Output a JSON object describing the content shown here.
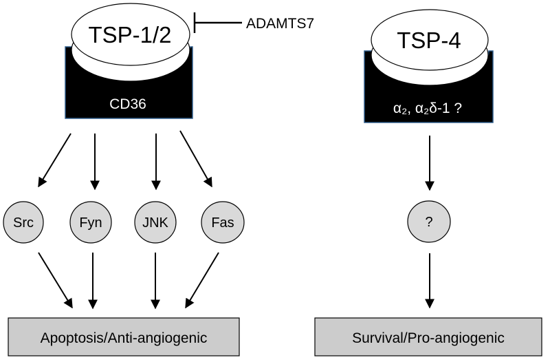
{
  "left_pathway": {
    "ligand": "TSP-1/2",
    "inhibitor": "ADAMTS7",
    "receptor": "CD36",
    "effectors": [
      "Src",
      "Fyn",
      "JNK",
      "Fas"
    ],
    "outcome": "Apoptosis/Anti-angiogenic"
  },
  "right_pathway": {
    "ligand": "TSP-4",
    "receptor": "α₂, α₂δ-1 ?",
    "effector": "?",
    "outcome": "Survival/Pro-angiogenic"
  },
  "colors": {
    "receptor_fill": "#000000",
    "receptor_border": "#2f5d8c",
    "ligand_fill": "#ffffff",
    "node_fill": "#d9d9d9",
    "outcome_fill": "#cccccc",
    "receptor_text": "#ffffff"
  }
}
